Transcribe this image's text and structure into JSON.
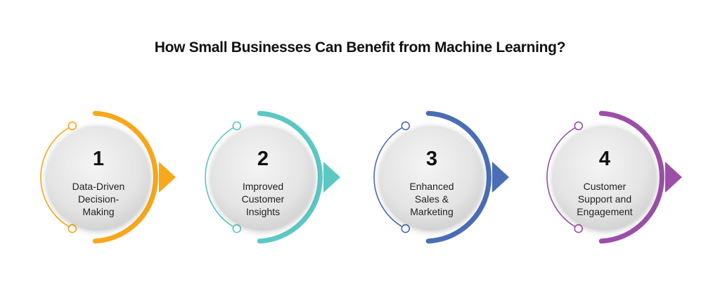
{
  "title": "How Small Businesses Can Benefit from Machine Learning?",
  "steps": [
    {
      "number": "1",
      "lines": [
        "Data-Driven",
        "Decision-",
        "Making"
      ],
      "color": "#F7A81B"
    },
    {
      "number": "2",
      "lines": [
        "Improved",
        "Customer",
        "Insights"
      ],
      "color": "#5BC8C3"
    },
    {
      "number": "3",
      "lines": [
        "Enhanced",
        "Sales &",
        "Marketing"
      ],
      "color": "#4A6DB5"
    },
    {
      "number": "4",
      "lines": [
        "Customer",
        "Support and",
        "Engagement"
      ],
      "color": "#9B4FA8"
    }
  ]
}
